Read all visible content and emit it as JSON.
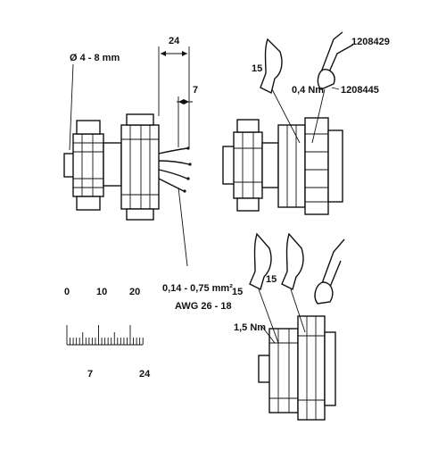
{
  "labels": {
    "cable_diameter": "Ø 4 - 8 mm",
    "strip_length": "24",
    "insulation_strip": "7",
    "wire_section": "0,14 - 0,75 mm²",
    "awg": "AWG 26 - 18",
    "torque_top": "0,4 Nm",
    "torque_bottom": "1,5 Nm",
    "wrench_size_top": "15",
    "wrench_size_bottom_left": "15",
    "wrench_size_bottom_right": "15",
    "tool_part_1": "1208429",
    "tool_part_2": "1208445"
  },
  "ruler": {
    "top_ticks": [
      "0",
      "10",
      "20"
    ],
    "bottom_marks": [
      "7",
      "24"
    ]
  }
}
